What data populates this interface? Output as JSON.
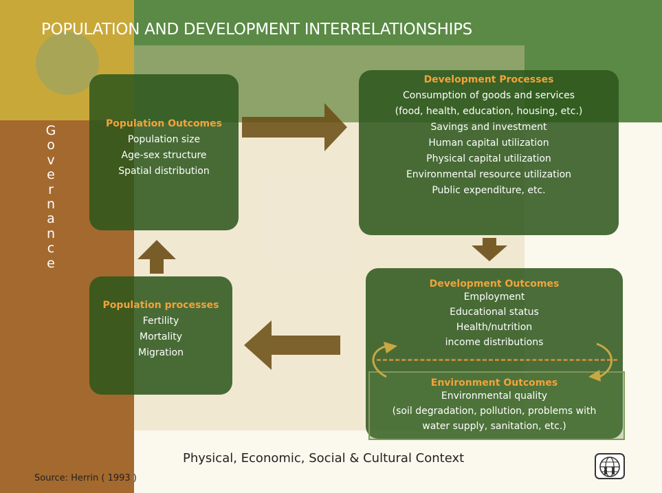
{
  "title": "POPULATION AND DEVELOPMENT INTERRELATIONSHIPS",
  "governance": [
    "G",
    "o",
    "v",
    "e",
    "r",
    "n",
    "a",
    "n",
    "c",
    "e"
  ],
  "population_outcomes": {
    "heading": "Population Outcomes",
    "items": [
      "Population size",
      "Age-sex structure",
      "Spatial distribution"
    ]
  },
  "development_processes": {
    "heading": "Development Processes",
    "items": [
      "Consumption of goods and services",
      "(food, health, education, housing, etc.)",
      "Savings and investment",
      "Human capital utilization",
      "Physical capital utilization",
      "Environmental resource utilization",
      "Public expenditure, etc."
    ]
  },
  "population_processes": {
    "heading": "Population processes",
    "items": [
      "Fertility",
      "Mortality",
      "Migration"
    ]
  },
  "development_outcomes": {
    "heading": "Development Outcomes",
    "items": [
      "Employment",
      "Educational status",
      "Health/nutrition",
      "income distributions"
    ]
  },
  "environment_outcomes": {
    "heading": "Environment Outcomes",
    "items": [
      "Environmental quality",
      "(soil degradation, pollution,  problems with",
      "water supply, sanitation, etc.)"
    ]
  },
  "caption": "Physical, Economic, Social & Cultural Context",
  "source": "Source: Herrin ( 1993 )",
  "icons": [
    "globe-logo-icon",
    "arrow-right-icon",
    "arrow-down-icon",
    "arrow-left-icon",
    "arrow-up-icon",
    "cycle-arrow-icon"
  ],
  "colors": {
    "box_fill": "#2c561c",
    "heading": "#f2a33a",
    "arrow": "#6b4e16",
    "top_band": "#5a8a45",
    "left_band_top": "#c9a83a",
    "left_band_bottom": "#a4692e"
  }
}
